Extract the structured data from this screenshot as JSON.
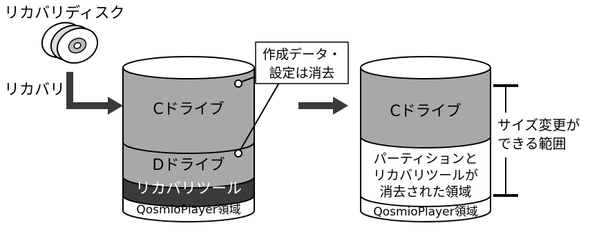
{
  "labels": {
    "recovery_disc": "リカバリディスク",
    "recovery": "リカバリ",
    "callout_line1": "作成データ・",
    "callout_line2": "設定は消去",
    "resize_line1": "サイズ変更が",
    "resize_line2": "できる範囲"
  },
  "before": {
    "c_drive": "Cドライブ",
    "d_drive": "Dドライブ",
    "recovery_tool": "リカバリツール",
    "qosmio": "QosmioPlayer領域"
  },
  "after": {
    "c_drive": "Cドライブ",
    "erased_line1": "パーティションと",
    "erased_line2": "リカバリツールが",
    "erased_line3": "消去された領域",
    "qosmio": "QosmioPlayer領域"
  },
  "colors": {
    "gray": "#a8a8a8",
    "dark": "#3a3a3a",
    "white": "#ffffff",
    "line": "#000000"
  }
}
